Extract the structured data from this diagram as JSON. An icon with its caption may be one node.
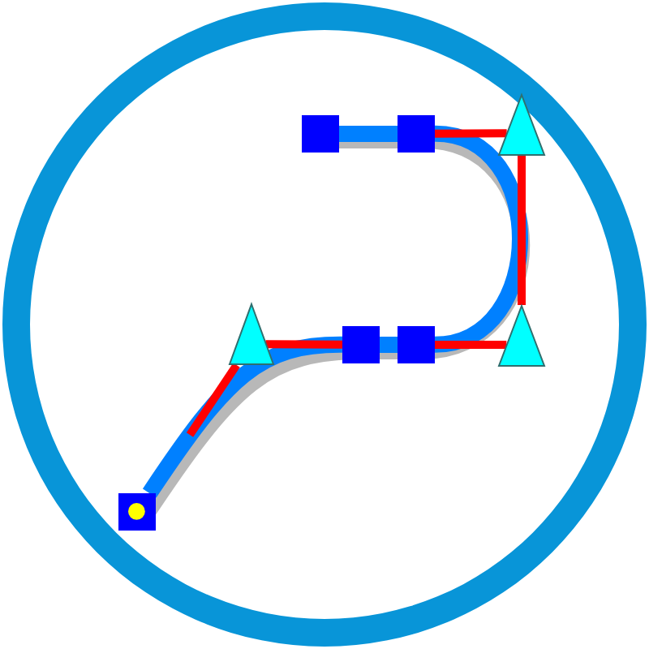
{
  "diagram": {
    "nodes": [
      {
        "text": [],
        "shape": "box"
      },
      {
        "text": [],
        "shape": "box"
      },
      {
        "text": [],
        "shape": "triangle"
      },
      {
        "text": [],
        "shape": "triangle"
      },
      {
        "text": [],
        "shape": "box"
      },
      {
        "text": [],
        "shape": "box"
      },
      {
        "text": [],
        "shape": "triangle"
      },
      {
        "text": [],
        "shape": "box"
      }
    ],
    "edges": [
      {
        "from": 7,
        "to": 4,
        "arrow": "none",
        "style": "thick",
        "color": "#0080ff"
      },
      {
        "from": 4,
        "to": 5,
        "arrow": "none",
        "style": "thick",
        "color": "#0080ff"
      },
      {
        "from": 5,
        "to": 1,
        "arrow": "none",
        "style": "thick",
        "color": "#0080ff"
      },
      {
        "from": 1,
        "to": 0,
        "arrow": "none",
        "style": "thick",
        "color": "#0080ff"
      },
      {
        "from": 1,
        "to": 2,
        "arrow": "none"
      },
      {
        "from": 2,
        "to": 6,
        "arrow": "none"
      },
      {
        "from": 5,
        "to": 6,
        "arrow": "none"
      },
      {
        "from": 3,
        "to": 4,
        "arrow": "none"
      },
      {
        "from": 3,
        "to": null,
        "arrow": "none"
      }
    ]
  }
}
